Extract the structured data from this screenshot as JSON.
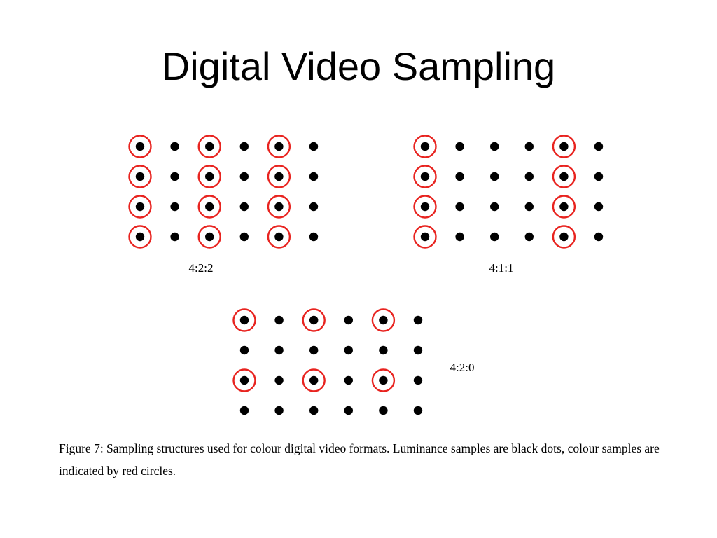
{
  "title": "Digital Video Sampling",
  "patterns": [
    {
      "id": "422",
      "label": "4:2:2",
      "rows": 4,
      "cols": 6,
      "luma_rows": [
        0,
        1,
        2,
        3
      ],
      "chroma_rows": [
        0,
        1,
        2,
        3
      ],
      "chroma_cols": [
        0,
        2,
        4
      ]
    },
    {
      "id": "411",
      "label": "4:1:1",
      "rows": 4,
      "cols": 6,
      "luma_rows": [
        0,
        1,
        2,
        3
      ],
      "chroma_rows": [
        0,
        1,
        2,
        3
      ],
      "chroma_cols": [
        0,
        4
      ]
    },
    {
      "id": "420",
      "label": "4:2:0",
      "rows": 4,
      "cols": 6,
      "luma_rows": [
        0,
        1,
        2,
        3
      ],
      "chroma_rows": [
        0,
        2
      ],
      "chroma_cols": [
        0,
        2,
        4
      ]
    }
  ],
  "colors": {
    "luminance_dot": "#000000",
    "colour_circle": "#e8231f"
  },
  "caption": "Figure 7: Sampling structures used for colour digital video formats. Luminance samples are black dots, colour samples are indicated by red circles."
}
